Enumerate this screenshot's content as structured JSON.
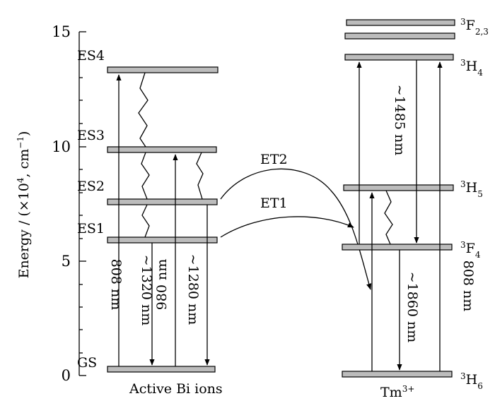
{
  "axis": {
    "label_main": "Energy / (×10",
    "label_exp1": "4",
    "label_mid": ", cm",
    "label_exp2": "−1",
    "label_end": ")",
    "ticks": [
      "15",
      "10",
      "5",
      "0"
    ]
  },
  "bi": {
    "group_label": "Active Bi ions",
    "levels": [
      "ES4",
      "ES3",
      "ES2",
      "ES1",
      "GS"
    ],
    "transitions": [
      "808 nm",
      "~1320 nm",
      "980 nm",
      "~1280 nm"
    ]
  },
  "tm": {
    "ion_base": "Tm",
    "ion_sup": "3+",
    "levels": [
      {
        "sup": "3",
        "sym": "F",
        "sub": "2,3"
      },
      {
        "sup": "3",
        "sym": "H",
        "sub": "4"
      },
      {
        "sup": "3",
        "sym": "H",
        "sub": "5"
      },
      {
        "sup": "3",
        "sym": "F",
        "sub": "4"
      },
      {
        "sup": "3",
        "sym": "H",
        "sub": "6"
      }
    ],
    "transitions": [
      "~1485 nm",
      "~1860 nm",
      "808 nm"
    ]
  },
  "energy_transfer": [
    "ET2",
    "ET1"
  ]
}
